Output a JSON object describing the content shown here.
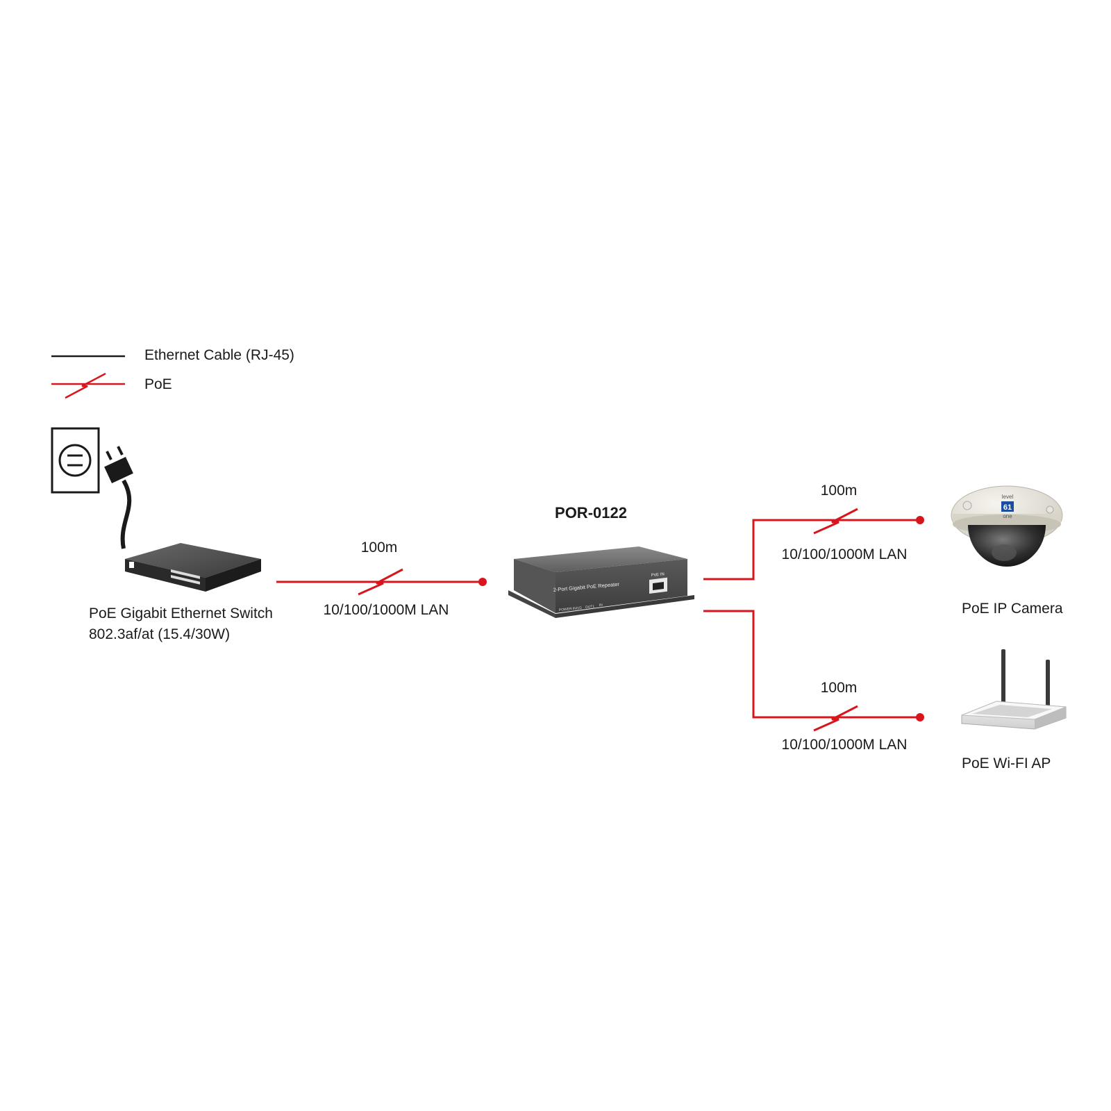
{
  "legend": {
    "ethernet_label": "Ethernet Cable (RJ-45)",
    "poe_label": "PoE"
  },
  "colors": {
    "ethernet": "#1a1a1a",
    "poe": "#d8141c"
  },
  "switch": {
    "name": "PoE Gigabit Ethernet Switch",
    "spec": "802.3af/at (15.4/30W)"
  },
  "repeater": {
    "model": "POR-0122",
    "front_text": "2-Port Gigabit PoE Repeater",
    "port_label": "PoE IN",
    "led_labels": [
      "POWER",
      "IN/1G",
      "OUT1",
      "IN"
    ]
  },
  "camera": {
    "label": "PoE IP Camera",
    "logo_top": "level",
    "logo_mark": "61",
    "logo_bottom": "one"
  },
  "ap": {
    "label": "PoE Wi-FI AP"
  },
  "links": [
    {
      "distance": "100m",
      "speed": "10/100/1000M LAN"
    },
    {
      "distance": "100m",
      "speed": "10/100/1000M LAN"
    },
    {
      "distance": "100m",
      "speed": "10/100/1000M LAN"
    }
  ]
}
